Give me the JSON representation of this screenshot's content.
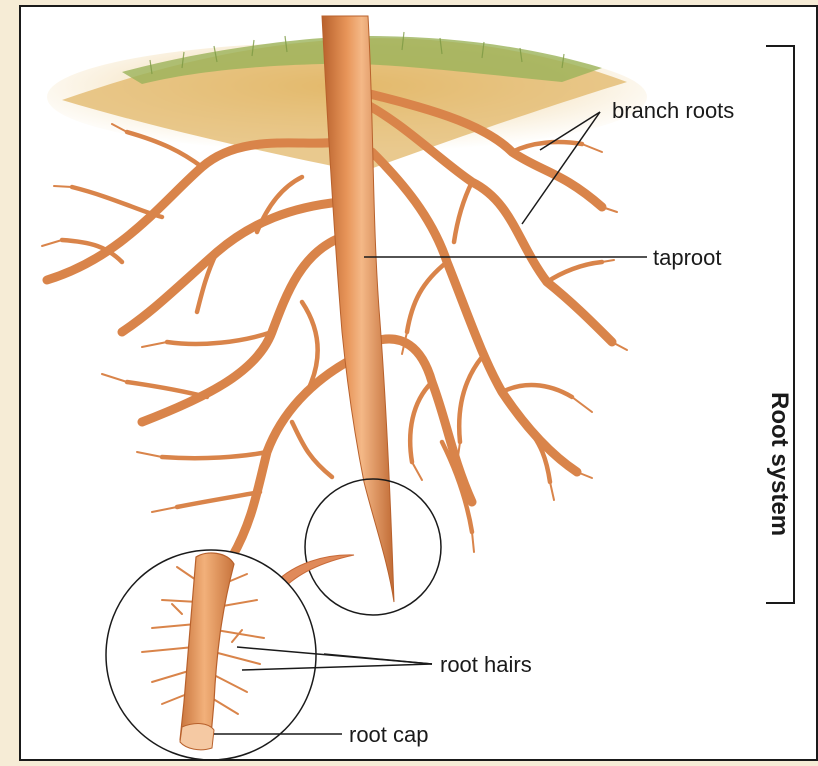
{
  "labels": {
    "branch_roots": "branch roots",
    "taproot": "taproot",
    "root_hairs": "root hairs",
    "root_cap": "root cap",
    "root_system": "Root system"
  },
  "colors": {
    "background": "#f6ecd6",
    "panel": "#ffffff",
    "root": "#d9844a",
    "root_dark": "#b8612c",
    "root_highlight": "#f2b07a",
    "soil": "#e3b86a",
    "grass": "#8aa84e",
    "arrow": "#e08a5a"
  },
  "icons": [
    "root-diagram",
    "zoom-arrow-icon"
  ]
}
